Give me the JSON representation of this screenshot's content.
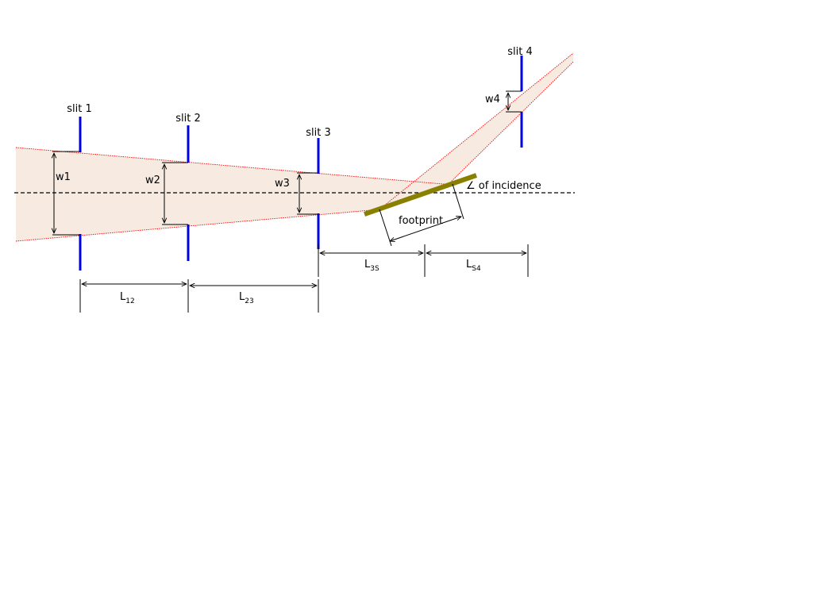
{
  "colors": {
    "beam_fill": "#f7ebe1",
    "beam_edge": "#ff0000",
    "slit": "#0000dd",
    "sample": "#8a8000",
    "line": "#000000"
  },
  "slits": [
    {
      "label": "slit 1",
      "gap_label": "w1"
    },
    {
      "label": "slit 2",
      "gap_label": "w2"
    },
    {
      "label": "slit 3",
      "gap_label": "w3"
    },
    {
      "label": "slit 4",
      "gap_label": "w4"
    }
  ],
  "distances": {
    "l12": {
      "main": "L",
      "sub": "12"
    },
    "l23": {
      "main": "L",
      "sub": "23"
    },
    "l3s": {
      "main": "L",
      "sub": "3S"
    },
    "ls4": {
      "main": "L",
      "sub": "S4"
    }
  },
  "angle_label": "∠ of incidence",
  "footprint_label": "footprint"
}
